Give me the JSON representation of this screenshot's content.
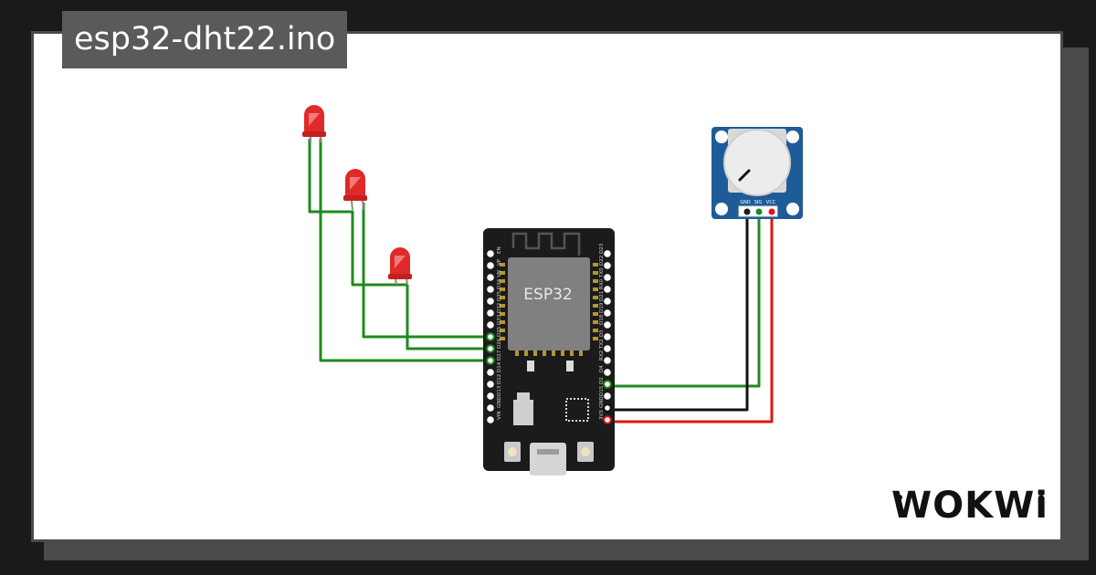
{
  "header": {
    "title": "esp32-dht22.ino"
  },
  "board": {
    "label": "ESP32",
    "left_pins": [
      "EN",
      "VP",
      "VN",
      "D34",
      "D35",
      "D32",
      "D33",
      "D25",
      "D26",
      "D27",
      "D14",
      "D12",
      "D13",
      "GND",
      "VIN"
    ],
    "right_pins": [
      "D23",
      "D22",
      "TX0",
      "RX0",
      "D21",
      "D19",
      "D18",
      "D5",
      "TX2",
      "RX2",
      "D4",
      "D2",
      "D15",
      "GND",
      "3V3"
    ]
  },
  "potentiometer": {
    "pin_labels": [
      "GND",
      "SIG",
      "VCC"
    ]
  },
  "leds": [
    {
      "color": "red"
    },
    {
      "color": "red"
    },
    {
      "color": "red"
    }
  ],
  "brand": {
    "logo": "WOKWi"
  },
  "colors": {
    "wire_signal": "#1f8a1f",
    "wire_ground": "#111111",
    "wire_power": "#e01515",
    "board": "#1b1b1b",
    "pot_module": "#1e5c99",
    "led": "#e02a2a"
  }
}
